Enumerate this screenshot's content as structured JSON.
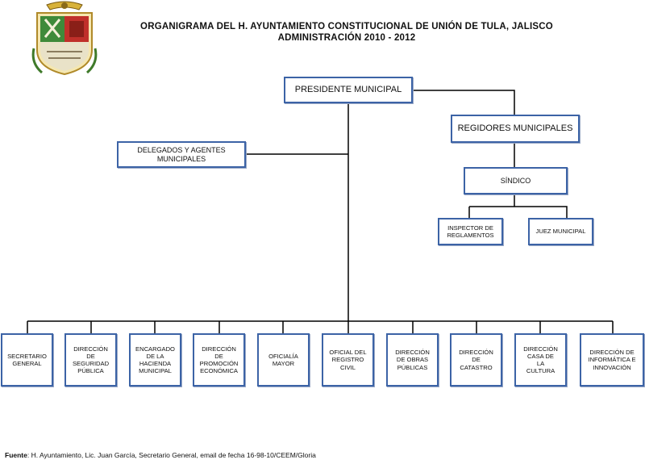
{
  "header": {
    "title_line1": "ORGANIGRAMA DEL H. AYUNTAMIENTO CONSTITUCIONAL DE UNIÓN DE TULA, JALISCO",
    "title_line2": "ADMINISTRACIÓN 2010 - 2012"
  },
  "nodes": {
    "presidente": "PRESIDENTE MUNICIPAL",
    "regidores": "REGIDORES MUNICIPALES",
    "delegados": "DELEGADOS Y AGENTES MUNICIPALES",
    "sindico": "SÍNDICO",
    "inspector": "INSPECTOR DE REGLAMENTOS",
    "juez": "JUEZ MUNICIPAL"
  },
  "departments": [
    "SECRETARIO GENERAL",
    "DIRECCIÓN DE SEGURIDAD PÚBLICA",
    "ENCARGADO DE LA HACIENDA MUNICIPAL",
    "DIRECCIÓN DE PROMOCIÓN ECONÓMICA",
    "OFICIALÍA MAYOR",
    "OFICIAL DEL REGISTRO CIVIL",
    "DIRECCIÓN DE OBRAS PÚBLICAS",
    "DIRECCIÓN DE CATASTRO",
    "DIRECCIÓN CASA DE LA CULTURA",
    "DIRECCIÓN DE INFORMÁTICA E INNOVACIÓN"
  ],
  "footer": {
    "source_label": "Fuente",
    "source_text": ": H. Ayuntamiento, Lic. Juan García, Secretario General, email de fecha 16-98-10/CEEM/Gloria"
  },
  "colors": {
    "box_border": "#3c63a6",
    "connector": "#000000"
  }
}
